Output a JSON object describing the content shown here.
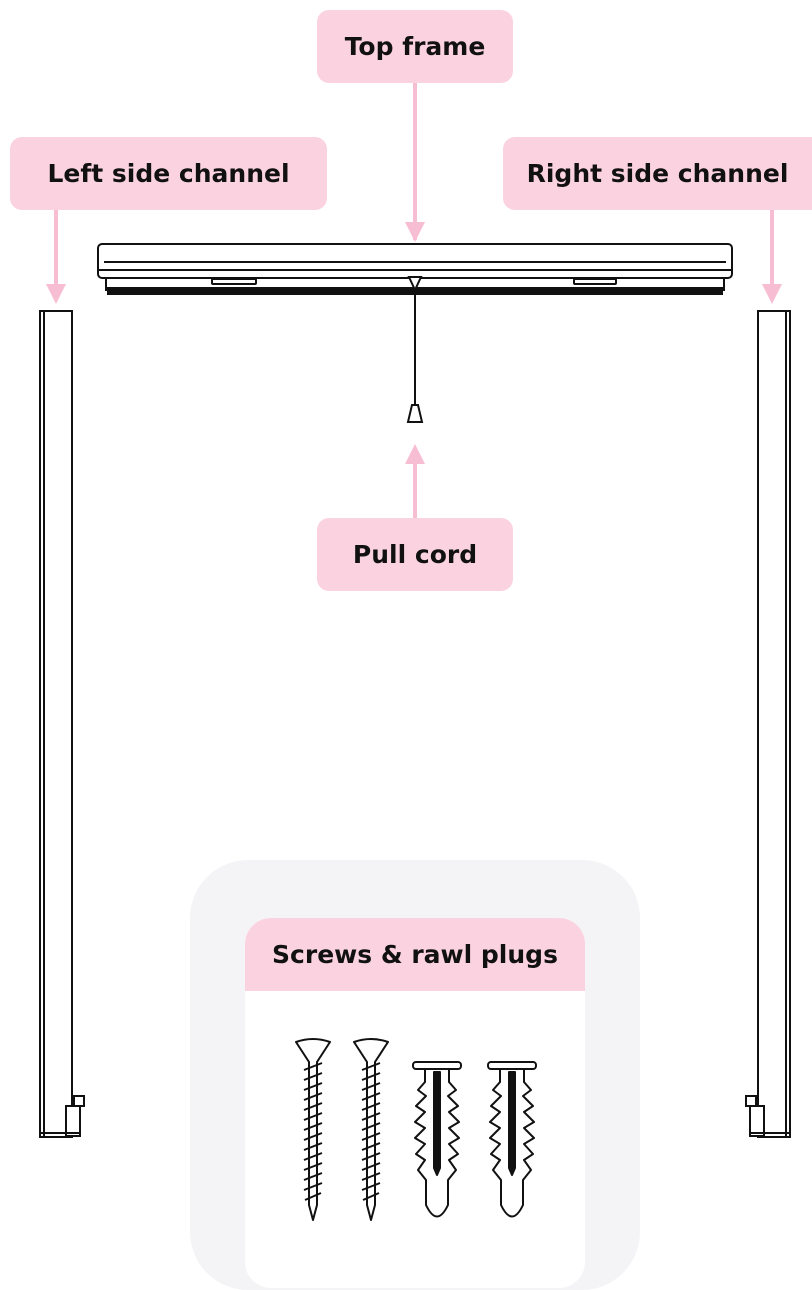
{
  "labels": {
    "top_frame": "Top frame",
    "left_channel": "Left side channel",
    "right_channel": "Right side channel",
    "pull_cord": "Pull cord",
    "fixings": "Screws & rawl plugs"
  },
  "colors": {
    "label_bg": "#fbd3e0",
    "arrow": "#f7bdd2",
    "outline": "#111111",
    "panel_bg": "#f4f4f6"
  }
}
